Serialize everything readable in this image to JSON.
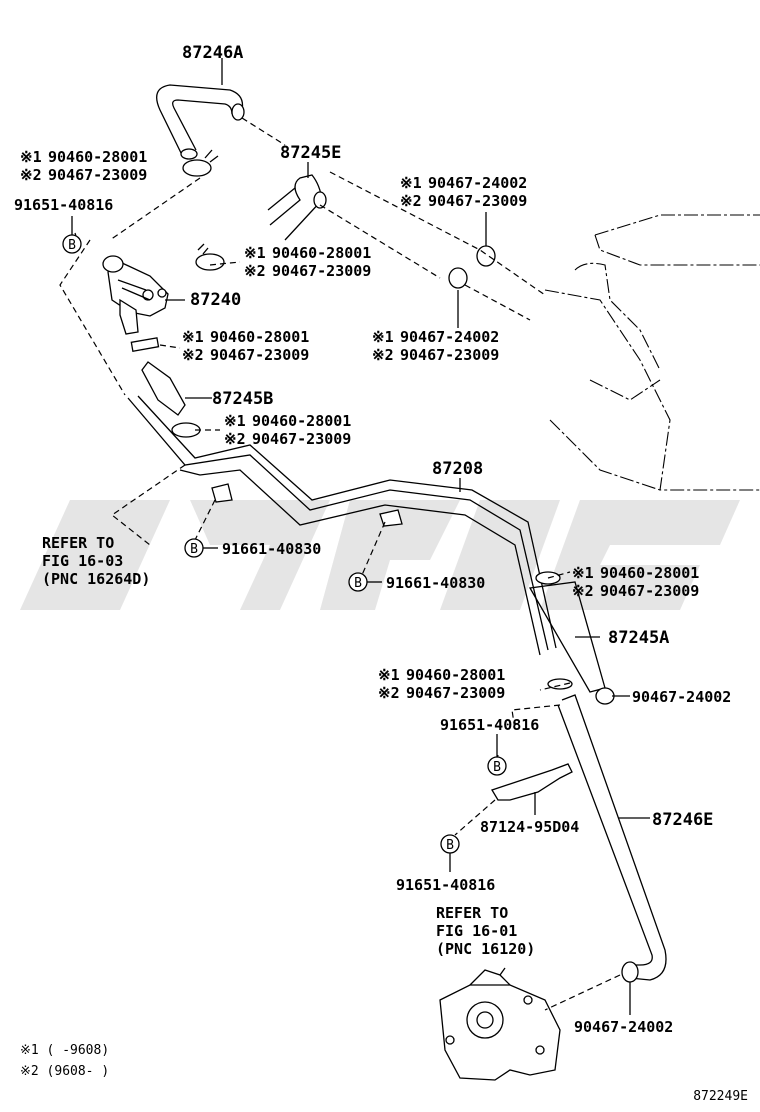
{
  "figure_id": "872249E",
  "note_mark_1": "※1",
  "note_mark_2": "※2",
  "callouts": {
    "p87246A": "87246A",
    "p87245E": "87245E",
    "p87240": "87240",
    "p87245B": "87245B",
    "p87208": "87208",
    "p87245A": "87245A",
    "p87246E": "87246E",
    "p87124": "87124-95D04",
    "c1a": "90460-28001",
    "c1b": "90467-23009",
    "c2a": "90467-24002",
    "c2b": "90467-23009",
    "c3a": "90460-28001",
    "c3b": "90467-23009",
    "c4a": "90467-24002",
    "c4b": "90467-23009",
    "c5a": "90460-28001",
    "c5b": "90467-23009",
    "c6a": "90460-28001",
    "c6b": "90467-23009",
    "c7a": "90460-28001",
    "c7b": "90467-23009",
    "c8a": "90460-28001",
    "c8b": "90467-23009",
    "clip1": "90467-24002",
    "clip2": "90467-24002",
    "bolt1": "91651-40816",
    "bolt2": "91661-40830",
    "bolt3": "91661-40830",
    "bolt4": "91651-40816",
    "bolt5": "91651-40816",
    "bolt_mark": "B"
  },
  "refer1": {
    "l1": "REFER TO",
    "l2": "FIG 16-03",
    "l3": "(PNC 16264D)"
  },
  "refer2": {
    "l1": "REFER TO",
    "l2": "FIG 16-01",
    "l3": "(PNC 16120)"
  },
  "legend": {
    "row1": "※1 (      -9608)",
    "row2": "※2 (9608-      )"
  }
}
